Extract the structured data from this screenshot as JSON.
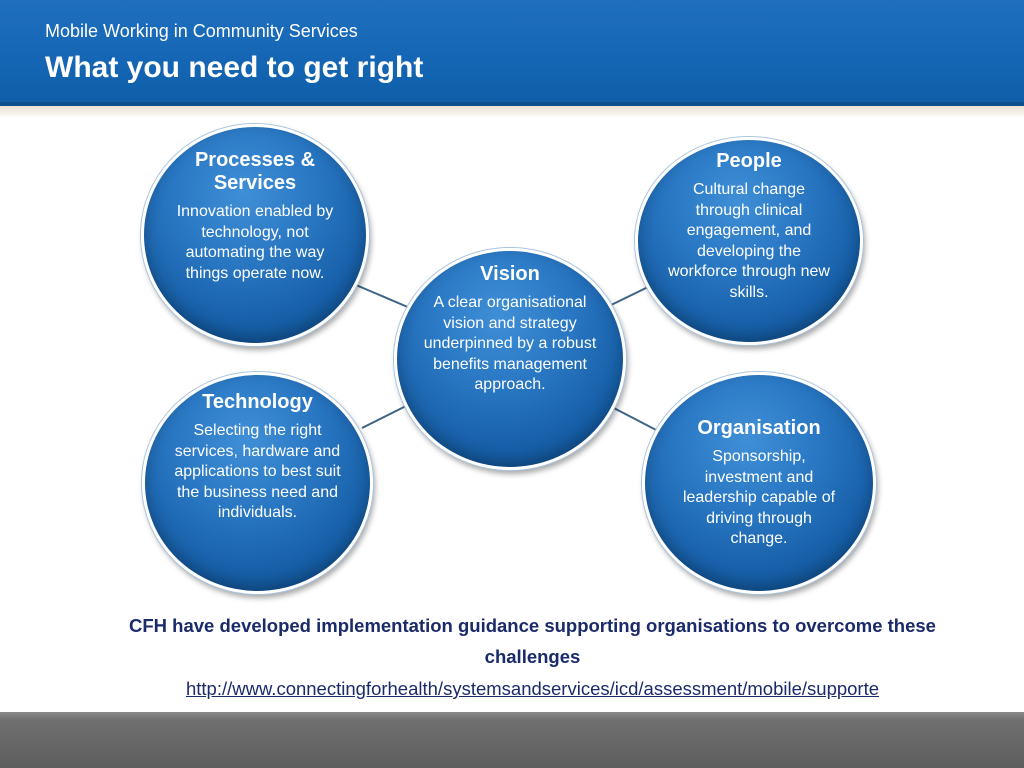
{
  "header": {
    "subtitle": "Mobile Working in Community Services",
    "title": "What you need to get right"
  },
  "colors": {
    "header_blue": "#1466b4",
    "circle_blue": "#1c63ab",
    "connector": "#3f6688",
    "text_navy": "#1a2a6a",
    "footer_gray": "#5e5e5e"
  },
  "diagram": {
    "processes": {
      "title": "Processes & Services",
      "body": "Innovation enabled by technology, not automating the way things operate now."
    },
    "people": {
      "title": "People",
      "body": "Cultural  change through clinical engagement, and developing the workforce through new skills."
    },
    "vision": {
      "title": "Vision",
      "body": "A clear organisational vision and strategy underpinned by a robust benefits management approach."
    },
    "technology": {
      "title": "Technology",
      "body": "Selecting the right services, hardware and applications to best suit the business need and individuals."
    },
    "organisation": {
      "title": "Organisation",
      "body": "Sponsorship, investment and leadership capable of driving through change."
    }
  },
  "footnote": {
    "text": "CFH have developed implementation guidance supporting organisations to overcome these challenges",
    "link": "http://www.connectingforhealth/systemsandservices/icd/assessment/mobile/supporte"
  }
}
